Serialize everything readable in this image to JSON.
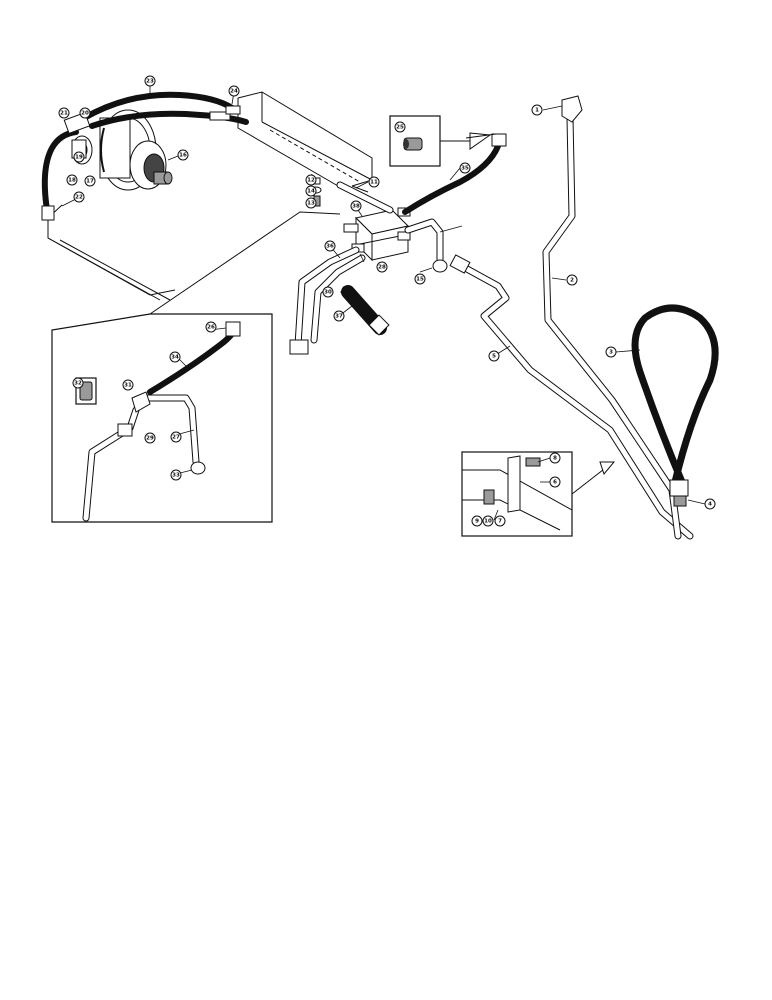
{
  "callouts": [
    {
      "label": "1"
    },
    {
      "label": "2"
    },
    {
      "label": "3"
    },
    {
      "label": "4"
    },
    {
      "label": "5"
    },
    {
      "label": "6"
    },
    {
      "label": "7"
    },
    {
      "label": "8"
    },
    {
      "label": "9"
    },
    {
      "label": "10"
    },
    {
      "label": "11"
    },
    {
      "label": "12"
    },
    {
      "label": "13"
    },
    {
      "label": "14"
    },
    {
      "label": "15"
    },
    {
      "label": "16"
    },
    {
      "label": "17"
    },
    {
      "label": "18"
    },
    {
      "label": "19"
    },
    {
      "label": "20"
    },
    {
      "label": "21"
    },
    {
      "label": "22"
    },
    {
      "label": "23"
    },
    {
      "label": "24"
    },
    {
      "label": "25"
    },
    {
      "label": "26"
    },
    {
      "label": "27"
    },
    {
      "label": "28"
    },
    {
      "label": "29"
    },
    {
      "label": "30"
    },
    {
      "label": "31"
    },
    {
      "label": "32"
    },
    {
      "label": "33"
    },
    {
      "label": "34"
    },
    {
      "label": "35"
    },
    {
      "label": "36"
    },
    {
      "label": "37"
    },
    {
      "label": "38"
    }
  ]
}
